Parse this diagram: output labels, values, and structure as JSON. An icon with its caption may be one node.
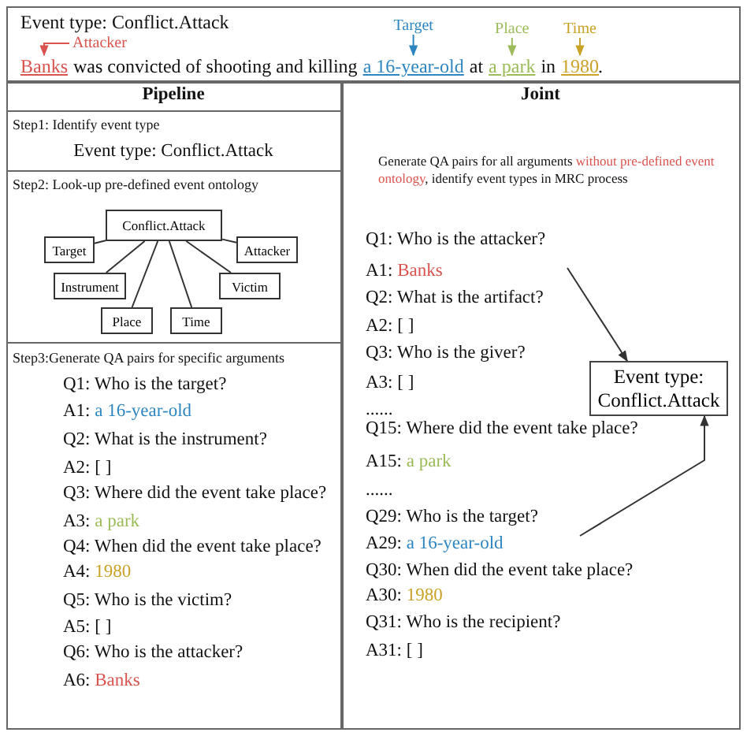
{
  "diagram": {
    "nodes": [
      {
        "text": [
          "Conflict.Attack"
        ]
      },
      {
        "text": [
          "Target"
        ]
      },
      {
        "text": [
          "Attacker"
        ]
      },
      {
        "text": [
          "Instrument"
        ]
      },
      {
        "text": [
          "Victim"
        ]
      },
      {
        "text": [
          "Place"
        ]
      },
      {
        "text": [
          "Time"
        ]
      },
      {
        "text": [
          "Event type: Conflict.Attack"
        ]
      },
      {
        "text": [
          "Attacker"
        ]
      },
      {
        "text": [
          "Banks"
        ]
      },
      {
        "text": [
          "Target"
        ]
      },
      {
        "text": [
          "a 16-year-old"
        ]
      },
      {
        "text": [
          "Place"
        ]
      },
      {
        "text": [
          "a park"
        ]
      },
      {
        "text": [
          "Time"
        ]
      },
      {
        "text": [
          "1980"
        ]
      }
    ],
    "edges": [
      {
        "from": 0,
        "to": 1,
        "arrow": "none"
      },
      {
        "from": 0,
        "to": 3,
        "arrow": "none"
      },
      {
        "from": 0,
        "to": 5,
        "arrow": "none"
      },
      {
        "from": 0,
        "to": 6,
        "arrow": "none"
      },
      {
        "from": 0,
        "to": 4,
        "arrow": "none"
      },
      {
        "from": 0,
        "to": 2,
        "arrow": "none"
      },
      {
        "from": 8,
        "to": 9,
        "arrow": "to",
        "color": "#d9534f"
      },
      {
        "from": 10,
        "to": 11,
        "arrow": "to",
        "color": "#2e86c1"
      },
      {
        "from": 12,
        "to": 13,
        "arrow": "to",
        "color": "#9bbb59"
      },
      {
        "from": 14,
        "to": 15,
        "arrow": "to",
        "color": "#c9a227"
      },
      {
        "from": null,
        "to": 7,
        "arrow": "to"
      },
      {
        "from": null,
        "to": 7,
        "arrow": "to"
      }
    ],
    "labels": [
      "Event type: Conflict.Attack",
      "was convicted of shooting and killing",
      "at",
      "in",
      ".",
      "Pipeline",
      "Joint",
      "Step1: Identify event type",
      "Event type: Conflict.Attack",
      "Step2: Look-up pre-defined event ontology",
      "Step3:Generate QA pairs for specific arguments",
      "Q1: Who is the target?",
      "A1: *a 16-year-old*",
      "Q2: What is the instrument?",
      "A2: [ ]",
      "Q3: Where did the event take place?",
      "A3: *a park*",
      "Q4: When did the event take place?",
      "A4: *1980*",
      "Q5: Who is the victim?",
      "A5: [ ]",
      "Q6: Who is the attacker?",
      "A6: *Banks*",
      "Generate QA pairs for all arguments *without pre-defined event ontology*, identify event types in MRC process",
      "Q1: Who is the attacker?",
      "A1: *Banks*",
      "Q2: What is the artifact?",
      "A2: [ ]",
      "Q3: Who is the giver?",
      "A3: [ ]",
      "......",
      "Q15: Where did the event take place?",
      "A15: *a park*",
      "......",
      "Q29: Who is the target?",
      "A29: *a 16-year-old*",
      "Q30: When did the event take place?",
      "A30: *1980*",
      "Q31: Who is the recipient?",
      "A31: [ ]"
    ]
  }
}
